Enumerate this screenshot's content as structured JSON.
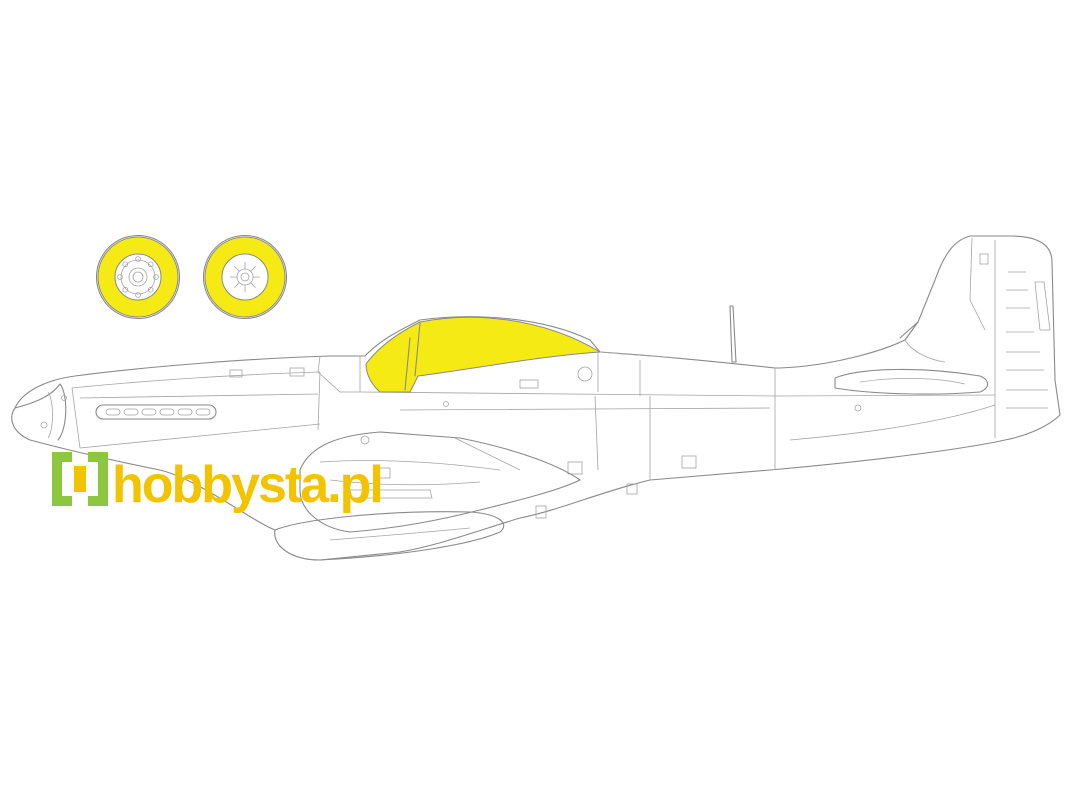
{
  "watermark": {
    "text": "hobbysta.pl",
    "text_color": "#f2c400",
    "dot_color": "#8dc63f",
    "bracket_color": "#8dc63f",
    "bracket_inner_color": "#f2c400"
  },
  "colors": {
    "mask_fill": "#f5ea14",
    "outline": "#8a8a8a",
    "background": "#ffffff"
  },
  "objects": {
    "main_wheel_left": "wheel-mask",
    "main_wheel_right": "wheel-mask",
    "canopy": "canopy-mask",
    "aircraft": "aircraft-side-profile"
  }
}
